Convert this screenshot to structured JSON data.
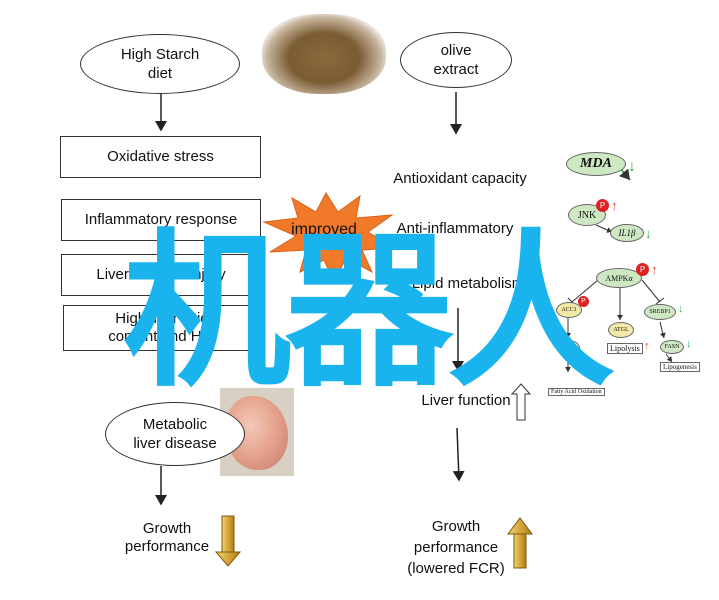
{
  "left_column": {
    "high_starch": "High Starch\ndiet",
    "oxidative_stress": "Oxidative stress",
    "inflammatory_response": "Inflammatory response",
    "liver_function_injury": "Liver function injury",
    "high_liver_lipid": "High liver lipid\ncontent and HSI",
    "metabolic_liver_disease": "Metabolic\nliver disease",
    "growth_performance": "Growth\nperformance"
  },
  "starburst_label": "improved",
  "right_column": {
    "olive_extract": "olive\nextract",
    "antioxidant_capacity": "Antioxidant capacity",
    "anti_inflammatory": "Anti-inflammatory",
    "lipid_metabolism": "Lipid metabolism",
    "liver_function": "Liver function",
    "growth_performance": "Growth\nperformance\n(lowered FCR)"
  },
  "mechanism": {
    "mda": "MDA",
    "jnk": "JNK",
    "il1b": "IL1β",
    "ampk": "AMPKα",
    "acc1": "ACC1",
    "atgl": "ATGL",
    "srebp1": "SREBP1",
    "lipolysis": "Lipolysis",
    "fasn": "FASN",
    "lipogenesis": "Lipogenesis",
    "fatty_acid_oxidation": "Fatty Acid Oxidation",
    "cpt1": "Cpt1",
    "phospho": "P"
  },
  "watermark": "机器人",
  "colors": {
    "watermark": "#19b3ee",
    "starburst": "#f07a2a",
    "down_arrow": "#2db34a",
    "up_arrow": "#e53a2f",
    "gold_arrow": "#d9a21e",
    "pill_fill": "#cfe8c4"
  }
}
